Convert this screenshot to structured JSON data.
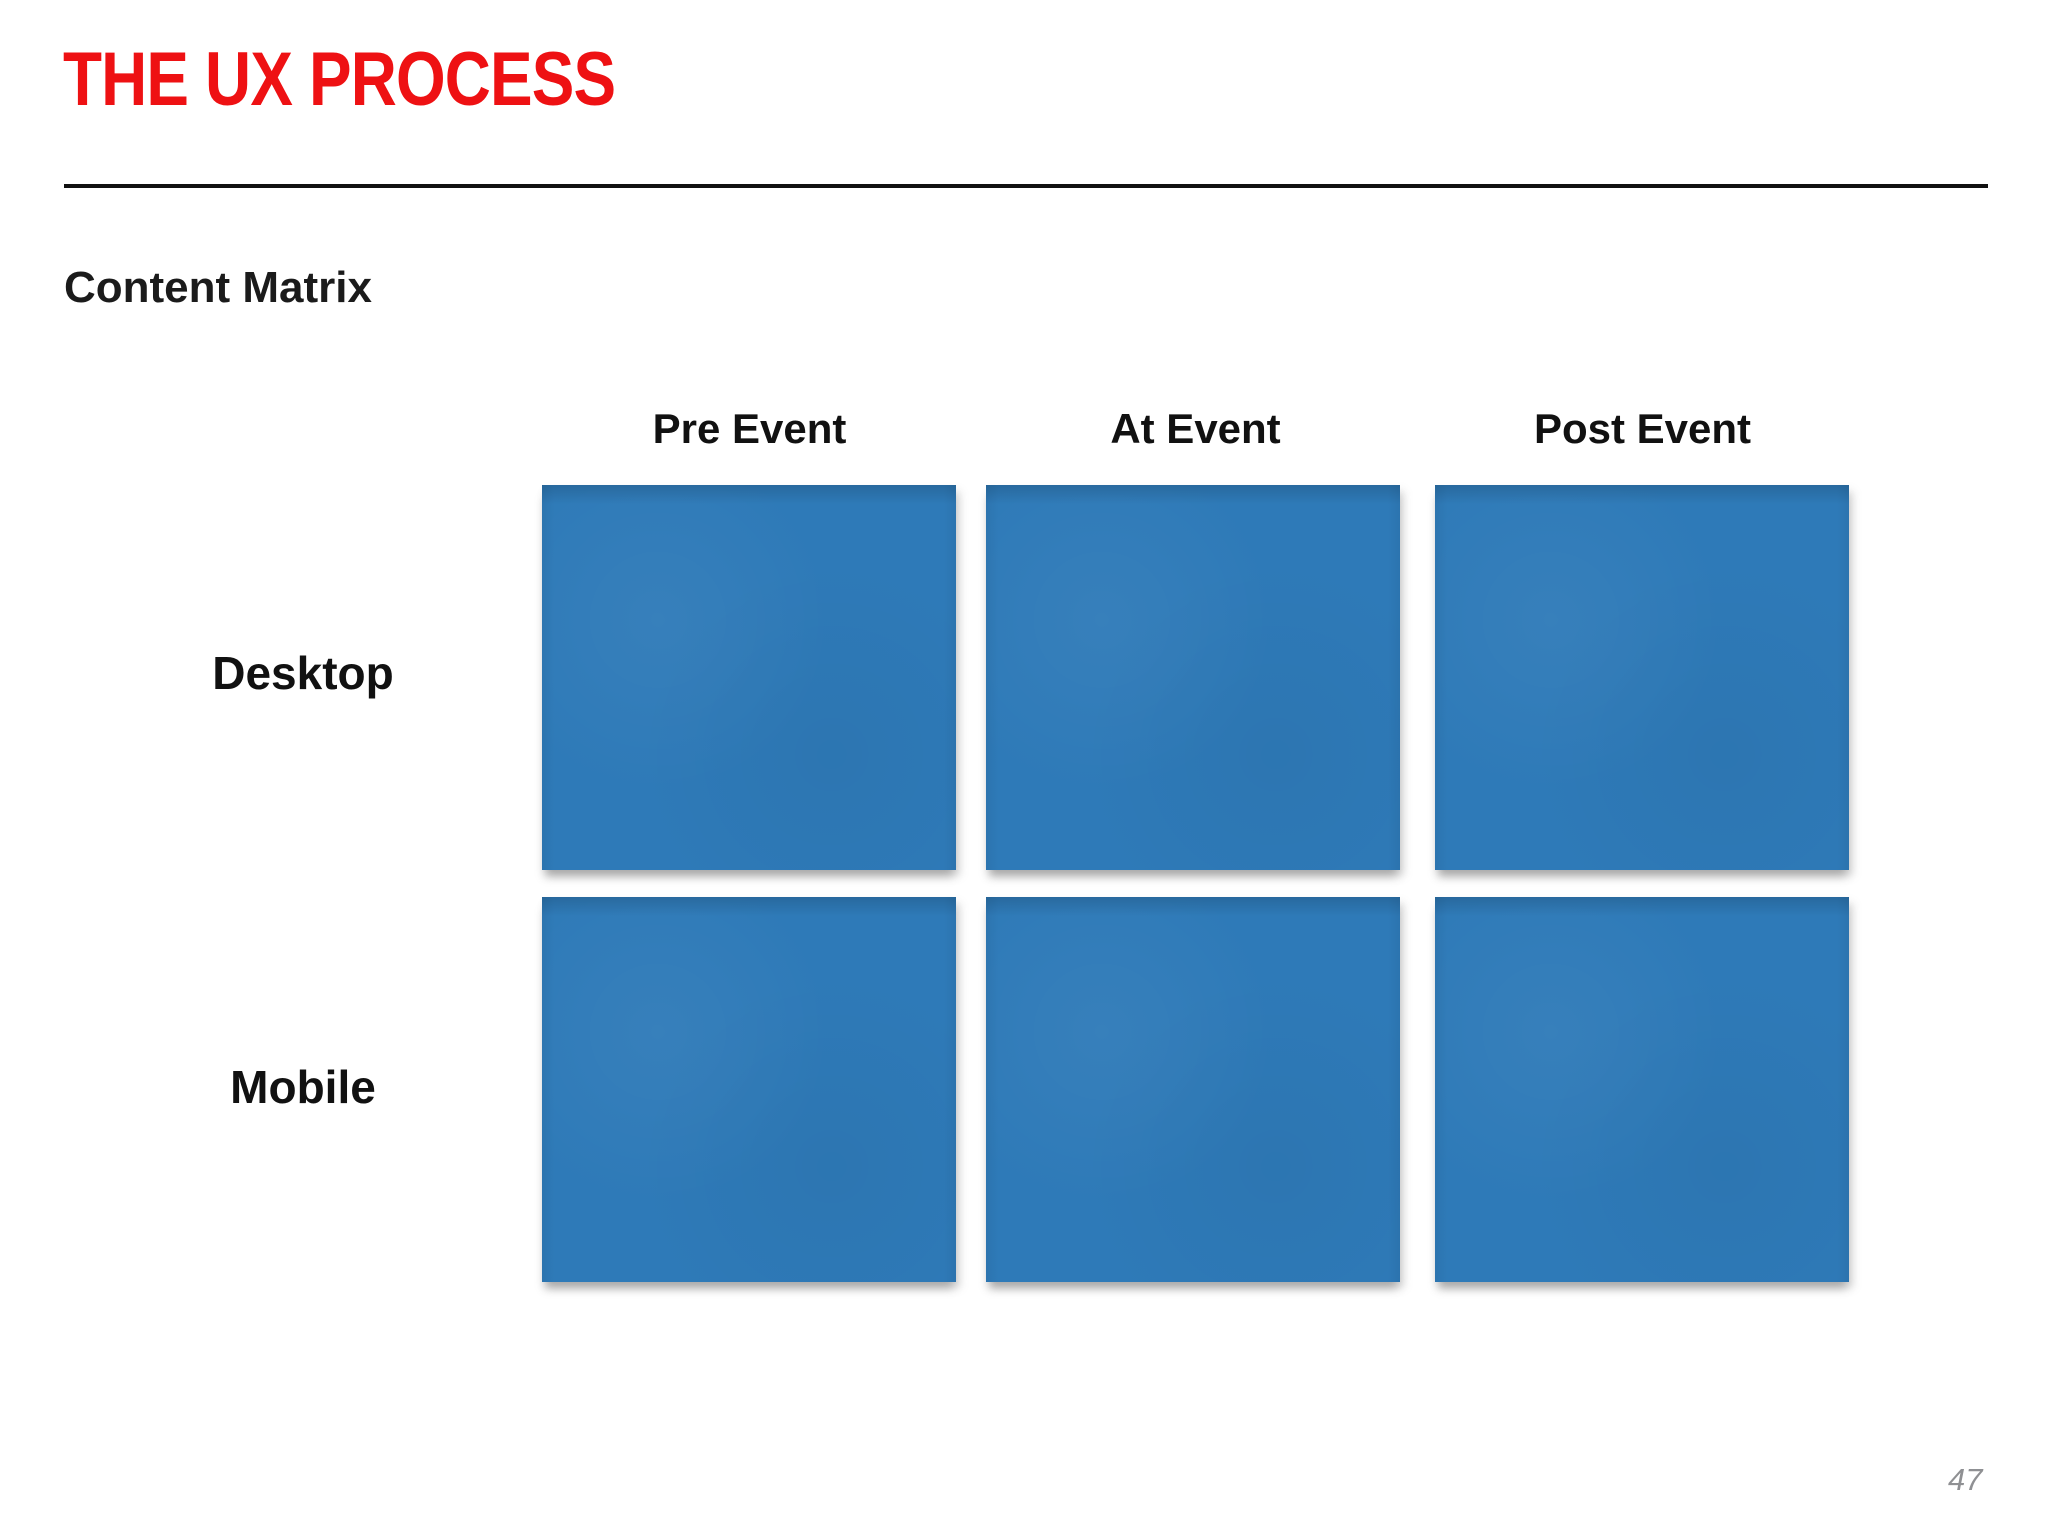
{
  "header": {
    "title": "THE UX PROCESS",
    "accent_color": "#ee1113"
  },
  "section": {
    "heading": "Content Matrix"
  },
  "matrix": {
    "columns": [
      "Pre Event",
      "At Event",
      "Post Event"
    ],
    "rows": [
      "Desktop",
      "Mobile"
    ],
    "note_color": "#2e7ab8",
    "cells": [
      {
        "row": "Desktop",
        "col": "Pre Event",
        "type": "sticky-note",
        "content": ""
      },
      {
        "row": "Desktop",
        "col": "At Event",
        "type": "sticky-note",
        "content": ""
      },
      {
        "row": "Desktop",
        "col": "Post Event",
        "type": "sticky-note",
        "content": ""
      },
      {
        "row": "Mobile",
        "col": "Pre Event",
        "type": "sticky-note",
        "content": ""
      },
      {
        "row": "Mobile",
        "col": "At Event",
        "type": "sticky-note",
        "content": ""
      },
      {
        "row": "Mobile",
        "col": "Post Event",
        "type": "sticky-note",
        "content": ""
      }
    ]
  },
  "footer": {
    "page_number": "47",
    "page_number_color": "#8f9093"
  },
  "divider_color": "#111111"
}
